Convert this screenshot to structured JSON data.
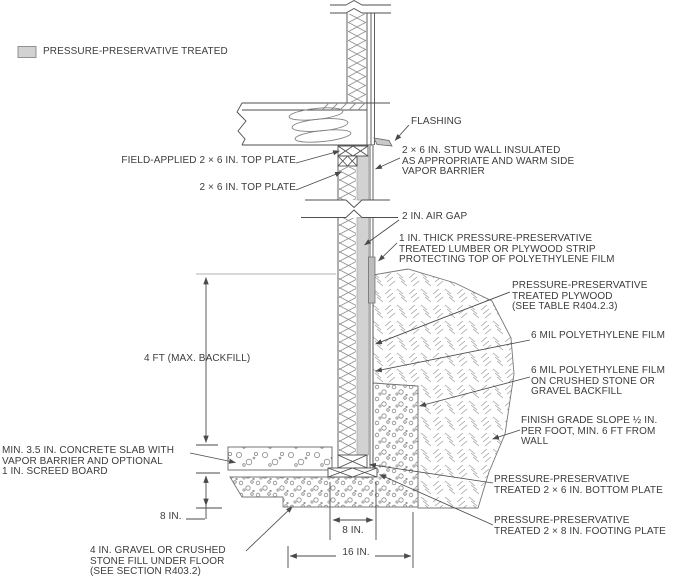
{
  "drawing": {
    "legend": {
      "label": "PRESSURE-PRESERVATIVE TREATED"
    },
    "labels": {
      "field_applied_top_plate": "FIELD-APPLIED 2 × 6 IN. TOP PLATE",
      "top_plate": "2 × 6 IN. TOP PLATE",
      "flashing": "FLASHING",
      "stud_wall": "2 × 6 IN. STUD WALL INSULATED\nAS APPROPRIATE AND WARM SIDE\nVAPOR BARRIER",
      "air_gap": "2 IN. AIR GAP",
      "protective_strip": "1 IN. THICK PRESSURE-PRESERVATIVE\nTREATED LUMBER OR PLYWOOD STRIP\nPROTECTING TOP OF POLYETHYLENE FILM",
      "treated_plywood": "PRESSURE-PRESERVATIVE\nTREATED PLYWOOD\n(SEE TABLE R404.2.3)",
      "poly_film": "6 MIL POLYETHYLENE FILM",
      "poly_film_backfill": "6 MIL POLYETHYLENE FILM\nON CRUSHED STONE OR\nGRAVEL BACKFILL",
      "finish_grade": "FINISH GRADE SLOPE ½ IN.\nPER FOOT, MIN. 6 FT FROM\nWALL",
      "concrete_slab": "MIN. 3.5 IN. CONCRETE SLAB WITH\nVAPOR BARRIER AND OPTIONAL\n1 IN. SCREED BOARD",
      "gravel_fill": "4 IN. GRAVEL OR CRUSHED\nSTONE FILL UNDER FLOOR\n(SEE SECTION R403.2)",
      "bottom_plate": "PRESSURE-PRESERVATIVE\nTREATED 2 × 6 IN. BOTTOM PLATE",
      "footing_plate": "PRESSURE-PRESERVATIVE\nTREATED 2 × 8 IN. FOOTING PLATE"
    },
    "dimensions": {
      "backfill_height": "4 FT (MAX. BACKFILL)",
      "slab_depth": "8 IN.",
      "footing_width": "8 IN.",
      "gravel_footing_width": "16 IN."
    },
    "colors": {
      "treated_fill": "#d2d2d2",
      "treated_strip_fill": "#bdbdbd",
      "flashing_fill": "#c9c9c9",
      "line": "#4f4f4f",
      "text": "#3c3c3c"
    }
  }
}
